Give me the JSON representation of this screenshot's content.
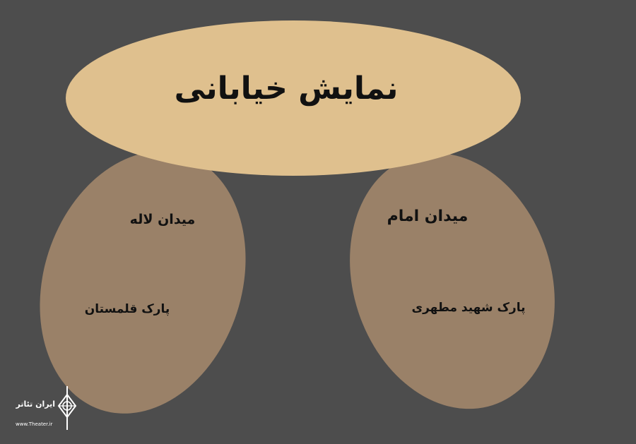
{
  "diagram": {
    "title": "نمایش خیابانی",
    "left_group": {
      "item_1": "میدان لاله",
      "item_2": "پارک قلمستان"
    },
    "right_group": {
      "item_1": "میدان امام",
      "item_2": "پارک شهید مطهری"
    }
  },
  "colors": {
    "background": "#4d4d4d",
    "title_ellipse": "#dfc08e",
    "group_ellipse": "#9a8168",
    "text": "#111111"
  },
  "watermark": {
    "name": "ایران تئاتر",
    "url": "www.Theater.ir"
  }
}
